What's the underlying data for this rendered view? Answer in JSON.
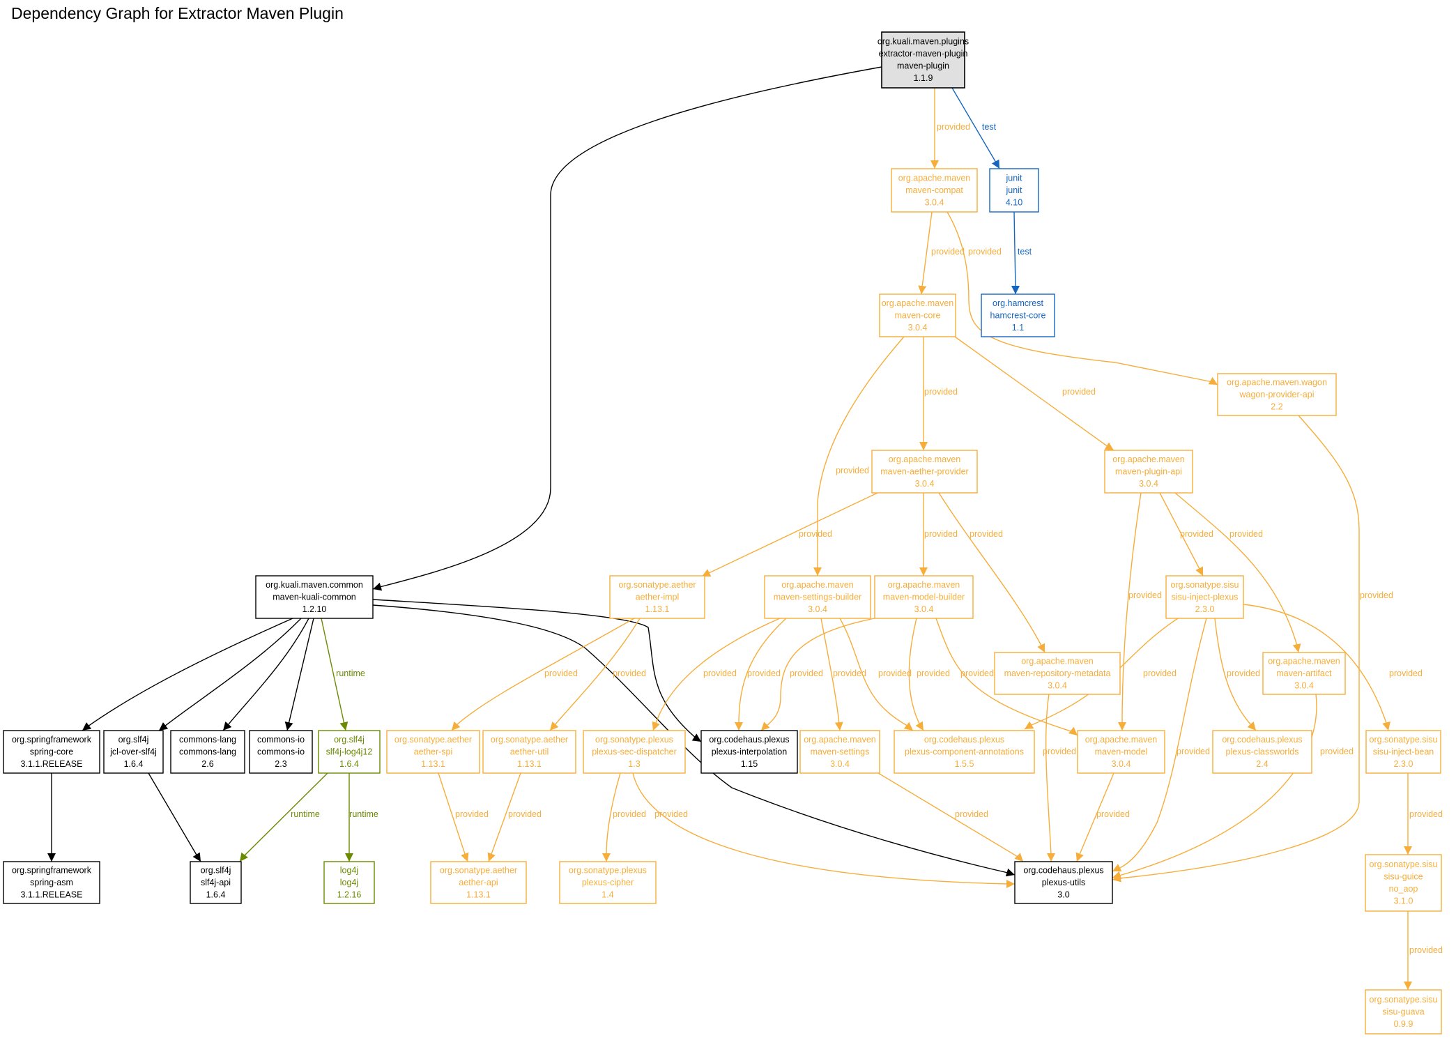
{
  "title": "Dependency Graph for Extractor Maven Plugin",
  "colors": {
    "compile": "#000000",
    "provided": "#f6ad3a",
    "test": "#1565c0",
    "runtime": "#6a8a00",
    "root_fill": "#e0e0e0"
  },
  "nodes": [
    {
      "id": "root",
      "lines": [
        "org.kuali.maven.plugins",
        "extractor-maven-plugin",
        "maven-plugin",
        "1.1.9"
      ],
      "scope": "compile",
      "root": true
    },
    {
      "id": "maven-compat",
      "lines": [
        "org.apache.maven",
        "maven-compat",
        "3.0.4"
      ],
      "scope": "provided"
    },
    {
      "id": "junit",
      "lines": [
        "junit",
        "junit",
        "4.10"
      ],
      "scope": "test"
    },
    {
      "id": "hamcrest",
      "lines": [
        "org.hamcrest",
        "hamcrest-core",
        "1.1"
      ],
      "scope": "test"
    },
    {
      "id": "maven-core",
      "lines": [
        "org.apache.maven",
        "maven-core",
        "3.0.4"
      ],
      "scope": "provided"
    },
    {
      "id": "wagon",
      "lines": [
        "org.apache.maven.wagon",
        "wagon-provider-api",
        "2.2"
      ],
      "scope": "provided"
    },
    {
      "id": "aether-provider",
      "lines": [
        "org.apache.maven",
        "maven-aether-provider",
        "3.0.4"
      ],
      "scope": "provided"
    },
    {
      "id": "plugin-api",
      "lines": [
        "org.apache.maven",
        "maven-plugin-api",
        "3.0.4"
      ],
      "scope": "provided"
    },
    {
      "id": "kuali-common",
      "lines": [
        "org.kuali.maven.common",
        "maven-kuali-common",
        "1.2.10"
      ],
      "scope": "compile"
    },
    {
      "id": "aether-impl",
      "lines": [
        "org.sonatype.aether",
        "aether-impl",
        "1.13.1"
      ],
      "scope": "provided"
    },
    {
      "id": "settings-builder",
      "lines": [
        "org.apache.maven",
        "maven-settings-builder",
        "3.0.4"
      ],
      "scope": "provided"
    },
    {
      "id": "model-builder",
      "lines": [
        "org.apache.maven",
        "maven-model-builder",
        "3.0.4"
      ],
      "scope": "provided"
    },
    {
      "id": "sisu-inject-plexus",
      "lines": [
        "org.sonatype.sisu",
        "sisu-inject-plexus",
        "2.3.0"
      ],
      "scope": "provided"
    },
    {
      "id": "repo-metadata",
      "lines": [
        "org.apache.maven",
        "maven-repository-metadata",
        "3.0.4"
      ],
      "scope": "provided"
    },
    {
      "id": "maven-artifact",
      "lines": [
        "org.apache.maven",
        "maven-artifact",
        "3.0.4"
      ],
      "scope": "provided"
    },
    {
      "id": "spring-core",
      "lines": [
        "org.springframework",
        "spring-core",
        "3.1.1.RELEASE"
      ],
      "scope": "compile"
    },
    {
      "id": "jcl-over-slf4j",
      "lines": [
        "org.slf4j",
        "jcl-over-slf4j",
        "1.6.4"
      ],
      "scope": "compile"
    },
    {
      "id": "commons-lang",
      "lines": [
        "commons-lang",
        "commons-lang",
        "2.6"
      ],
      "scope": "compile"
    },
    {
      "id": "commons-io",
      "lines": [
        "commons-io",
        "commons-io",
        "2.3"
      ],
      "scope": "compile"
    },
    {
      "id": "slf4j-log4j12",
      "lines": [
        "org.slf4j",
        "slf4j-log4j12",
        "1.6.4"
      ],
      "scope": "runtime"
    },
    {
      "id": "aether-spi",
      "lines": [
        "org.sonatype.aether",
        "aether-spi",
        "1.13.1"
      ],
      "scope": "provided"
    },
    {
      "id": "aether-util",
      "lines": [
        "org.sonatype.aether",
        "aether-util",
        "1.13.1"
      ],
      "scope": "provided"
    },
    {
      "id": "sec-dispatcher",
      "lines": [
        "org.sonatype.plexus",
        "plexus-sec-dispatcher",
        "1.3"
      ],
      "scope": "provided"
    },
    {
      "id": "plexus-interpolation",
      "lines": [
        "org.codehaus.plexus",
        "plexus-interpolation",
        "1.15"
      ],
      "scope": "compile"
    },
    {
      "id": "maven-settings",
      "lines": [
        "org.apache.maven",
        "maven-settings",
        "3.0.4"
      ],
      "scope": "provided"
    },
    {
      "id": "component-annotations",
      "lines": [
        "org.codehaus.plexus",
        "plexus-component-annotations",
        "1.5.5"
      ],
      "scope": "provided"
    },
    {
      "id": "maven-model",
      "lines": [
        "org.apache.maven",
        "maven-model",
        "3.0.4"
      ],
      "scope": "provided"
    },
    {
      "id": "classworlds",
      "lines": [
        "org.codehaus.plexus",
        "plexus-classworlds",
        "2.4"
      ],
      "scope": "provided"
    },
    {
      "id": "sisu-inject-bean",
      "lines": [
        "org.sonatype.sisu",
        "sisu-inject-bean",
        "2.3.0"
      ],
      "scope": "provided"
    },
    {
      "id": "spring-asm",
      "lines": [
        "org.springframework",
        "spring-asm",
        "3.1.1.RELEASE"
      ],
      "scope": "compile"
    },
    {
      "id": "slf4j-api",
      "lines": [
        "org.slf4j",
        "slf4j-api",
        "1.6.4"
      ],
      "scope": "compile"
    },
    {
      "id": "log4j",
      "lines": [
        "log4j",
        "log4j",
        "1.2.16"
      ],
      "scope": "runtime"
    },
    {
      "id": "aether-api",
      "lines": [
        "org.sonatype.aether",
        "aether-api",
        "1.13.1"
      ],
      "scope": "provided"
    },
    {
      "id": "plexus-cipher",
      "lines": [
        "org.sonatype.plexus",
        "plexus-cipher",
        "1.4"
      ],
      "scope": "provided"
    },
    {
      "id": "plexus-utils",
      "lines": [
        "org.codehaus.plexus",
        "plexus-utils",
        "3.0"
      ],
      "scope": "compile"
    },
    {
      "id": "sisu-guice",
      "lines": [
        "org.sonatype.sisu",
        "sisu-guice",
        "no_aop",
        "3.1.0"
      ],
      "scope": "provided"
    },
    {
      "id": "sisu-guava",
      "lines": [
        "org.sonatype.sisu",
        "sisu-guava",
        "0.9.9"
      ],
      "scope": "provided"
    }
  ],
  "edges": [
    {
      "from": "root",
      "to": "kuali-common",
      "scope": "compile",
      "label": ""
    },
    {
      "from": "root",
      "to": "maven-compat",
      "scope": "provided",
      "label": "provided"
    },
    {
      "from": "root",
      "to": "junit",
      "scope": "test",
      "label": "test"
    },
    {
      "from": "junit",
      "to": "hamcrest",
      "scope": "test",
      "label": "test"
    },
    {
      "from": "maven-compat",
      "to": "maven-core",
      "scope": "provided",
      "label": "provided"
    },
    {
      "from": "maven-compat",
      "to": "wagon",
      "scope": "provided",
      "label": "provided"
    },
    {
      "from": "maven-core",
      "to": "aether-provider",
      "scope": "provided",
      "label": "provided"
    },
    {
      "from": "maven-core",
      "to": "plugin-api",
      "scope": "provided",
      "label": "provided"
    },
    {
      "from": "maven-core",
      "to": "settings-builder",
      "scope": "provided",
      "label": "provided"
    },
    {
      "from": "wagon",
      "to": "plexus-utils",
      "scope": "provided",
      "label": "provided"
    },
    {
      "from": "aether-provider",
      "to": "aether-impl",
      "scope": "provided",
      "label": "provided"
    },
    {
      "from": "aether-provider",
      "to": "model-builder",
      "scope": "provided",
      "label": "provided"
    },
    {
      "from": "aether-provider",
      "to": "repo-metadata",
      "scope": "provided",
      "label": "provided"
    },
    {
      "from": "plugin-api",
      "to": "sisu-inject-plexus",
      "scope": "provided",
      "label": "provided"
    },
    {
      "from": "plugin-api",
      "to": "maven-artifact",
      "scope": "provided",
      "label": "provided"
    },
    {
      "from": "plugin-api",
      "to": "maven-model",
      "scope": "provided",
      "label": "provided"
    },
    {
      "from": "kuali-common",
      "to": "spring-core",
      "scope": "compile",
      "label": ""
    },
    {
      "from": "kuali-common",
      "to": "jcl-over-slf4j",
      "scope": "compile",
      "label": ""
    },
    {
      "from": "kuali-common",
      "to": "commons-lang",
      "scope": "compile",
      "label": ""
    },
    {
      "from": "kuali-common",
      "to": "commons-io",
      "scope": "compile",
      "label": ""
    },
    {
      "from": "kuali-common",
      "to": "slf4j-log4j12",
      "scope": "runtime",
      "label": "runtime"
    },
    {
      "from": "kuali-common",
      "to": "plexus-interpolation",
      "scope": "compile",
      "label": ""
    },
    {
      "from": "kuali-common",
      "to": "plexus-utils",
      "scope": "compile",
      "label": ""
    },
    {
      "from": "aether-impl",
      "to": "aether-spi",
      "scope": "provided",
      "label": "provided"
    },
    {
      "from": "aether-impl",
      "to": "aether-util",
      "scope": "provided",
      "label": "provided"
    },
    {
      "from": "settings-builder",
      "to": "sec-dispatcher",
      "scope": "provided",
      "label": "provided"
    },
    {
      "from": "settings-builder",
      "to": "plexus-interpolation",
      "scope": "provided",
      "label": "provided"
    },
    {
      "from": "settings-builder",
      "to": "maven-settings",
      "scope": "provided",
      "label": "provided"
    },
    {
      "from": "settings-builder",
      "to": "component-annotations",
      "scope": "provided",
      "label": "provided"
    },
    {
      "from": "model-builder",
      "to": "plexus-interpolation",
      "scope": "provided",
      "label": "provided"
    },
    {
      "from": "model-builder",
      "to": "component-annotations",
      "scope": "provided",
      "label": "provided"
    },
    {
      "from": "model-builder",
      "to": "maven-model",
      "scope": "provided",
      "label": "provided"
    },
    {
      "from": "sisu-inject-plexus",
      "to": "component-annotations",
      "scope": "provided",
      "label": "provided"
    },
    {
      "from": "sisu-inject-plexus",
      "to": "classworlds",
      "scope": "provided",
      "label": "provided"
    },
    {
      "from": "sisu-inject-plexus",
      "to": "plexus-utils",
      "scope": "provided",
      "label": "provided"
    },
    {
      "from": "sisu-inject-plexus",
      "to": "sisu-inject-bean",
      "scope": "provided",
      "label": "provided"
    },
    {
      "from": "repo-metadata",
      "to": "plexus-utils",
      "scope": "provided",
      "label": "provided"
    },
    {
      "from": "maven-artifact",
      "to": "plexus-utils",
      "scope": "provided",
      "label": "provided"
    },
    {
      "from": "spring-core",
      "to": "spring-asm",
      "scope": "compile",
      "label": ""
    },
    {
      "from": "jcl-over-slf4j",
      "to": "slf4j-api",
      "scope": "compile",
      "label": ""
    },
    {
      "from": "slf4j-log4j12",
      "to": "slf4j-api",
      "scope": "runtime",
      "label": "runtime"
    },
    {
      "from": "slf4j-log4j12",
      "to": "log4j",
      "scope": "runtime",
      "label": "runtime"
    },
    {
      "from": "aether-spi",
      "to": "aether-api",
      "scope": "provided",
      "label": "provided"
    },
    {
      "from": "aether-util",
      "to": "aether-api",
      "scope": "provided",
      "label": "provided"
    },
    {
      "from": "sec-dispatcher",
      "to": "plexus-cipher",
      "scope": "provided",
      "label": "provided"
    },
    {
      "from": "sec-dispatcher",
      "to": "plexus-utils",
      "scope": "provided",
      "label": "provided"
    },
    {
      "from": "maven-settings",
      "to": "plexus-utils",
      "scope": "provided",
      "label": "provided"
    },
    {
      "from": "maven-model",
      "to": "plexus-utils",
      "scope": "provided",
      "label": "provided"
    },
    {
      "from": "sisu-inject-bean",
      "to": "sisu-guice",
      "scope": "provided",
      "label": "provided"
    },
    {
      "from": "sisu-guice",
      "to": "sisu-guava",
      "scope": "provided",
      "label": "provided"
    }
  ]
}
